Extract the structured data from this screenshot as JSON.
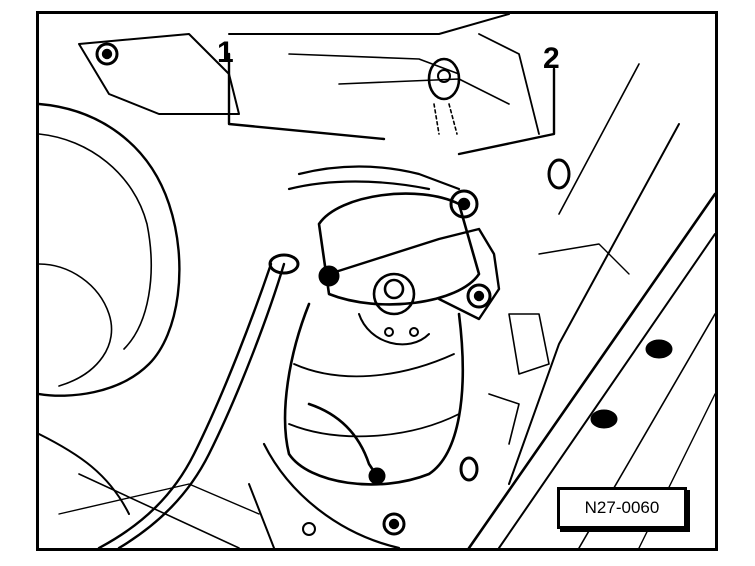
{
  "figure": {
    "callouts": [
      {
        "id": "1",
        "label": "1"
      },
      {
        "id": "2",
        "label": "2"
      }
    ],
    "figure_code": "N27-0060",
    "colors": {
      "ink": "#000000",
      "paper": "#ffffff"
    }
  }
}
